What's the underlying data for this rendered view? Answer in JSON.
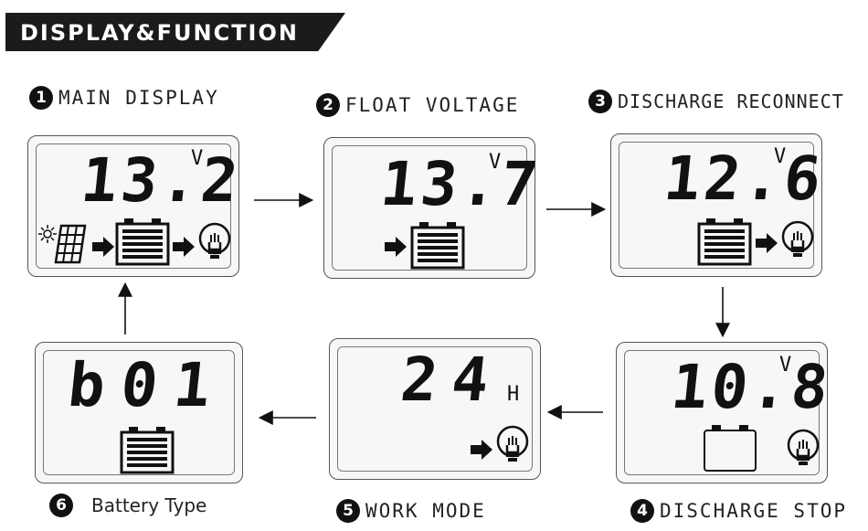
{
  "header": {
    "title": "DISPLAY&FUNCTION"
  },
  "steps": [
    {
      "number": "1",
      "label": "MAIN DISPLAY",
      "value": "13.2",
      "unit": "V"
    },
    {
      "number": "2",
      "label": "FLOAT VOLTAGE",
      "value": "13.7",
      "unit": "V"
    },
    {
      "number": "3",
      "label": "DISCHARGE RECONNECT",
      "value": "12.6",
      "unit": "V"
    },
    {
      "number": "4",
      "label": "DISCHARGE STOP",
      "value": "10.8",
      "unit": "V"
    },
    {
      "number": "5",
      "label": "WORK MODE",
      "value": "24",
      "unit": "H"
    },
    {
      "number": "6",
      "label": "Battery Type",
      "value": "b01",
      "unit": ""
    }
  ],
  "icons": {
    "sun": "sun-icon",
    "solar_panel": "solar-panel-icon",
    "battery": "battery-icon",
    "arrow": "arrow-right-icon",
    "bulb": "light-bulb-icon"
  }
}
